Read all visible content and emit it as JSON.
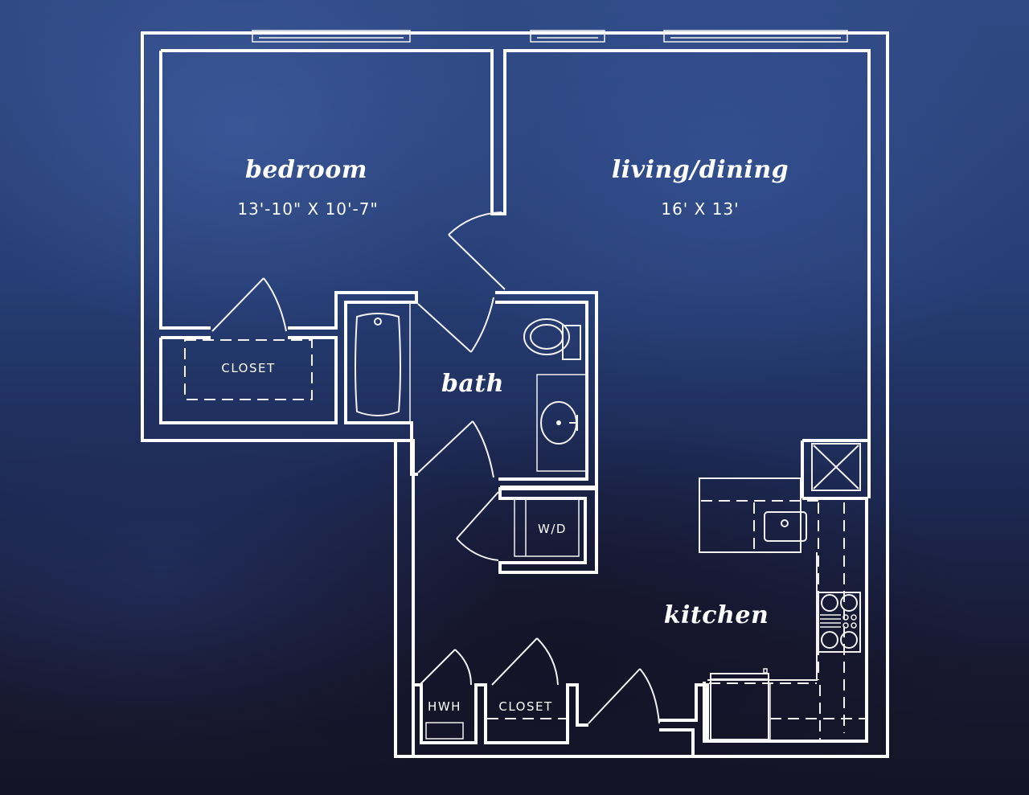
{
  "floorplan": {
    "background_color": "#1f2f5e",
    "line_color": "#ffffff",
    "rooms": {
      "bedroom": {
        "name": "bedroom",
        "dimensions": "13'-10\" X 10'-7\""
      },
      "living_dining": {
        "name": "living/dining",
        "dimensions": "16' X 13'"
      },
      "bath": {
        "name": "bath"
      },
      "kitchen": {
        "name": "kitchen"
      }
    },
    "small_labels": {
      "bedroom_closet": "CLOSET",
      "hall_closet": "CLOSET",
      "water_heater": "HWH",
      "washer_dryer": "W/D"
    },
    "fixtures": [
      "window-icon",
      "door-swing-icon",
      "bathtub-icon",
      "toilet-icon",
      "sink-icon",
      "washer-dryer-icon",
      "stove-icon",
      "refrigerator-icon",
      "kitchen-sink-icon",
      "mechanical-shaft-icon"
    ]
  }
}
